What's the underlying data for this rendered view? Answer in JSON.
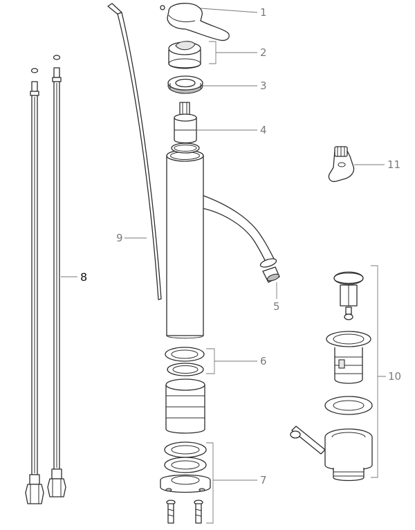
{
  "callouts": [
    {
      "id": "1",
      "label": "1"
    },
    {
      "id": "2",
      "label": "2"
    },
    {
      "id": "3",
      "label": "3"
    },
    {
      "id": "4",
      "label": "4"
    },
    {
      "id": "5",
      "label": "5"
    },
    {
      "id": "6",
      "label": "6"
    },
    {
      "id": "7",
      "label": "7"
    },
    {
      "id": "8",
      "label": "8"
    },
    {
      "id": "9",
      "label": "9"
    },
    {
      "id": "10",
      "label": "10"
    },
    {
      "id": "11",
      "label": "11"
    }
  ],
  "colors": {
    "line": "#2b2b2b",
    "leader": "#777777",
    "label": "#7a7a7a",
    "label_emphasis": "#111111"
  }
}
